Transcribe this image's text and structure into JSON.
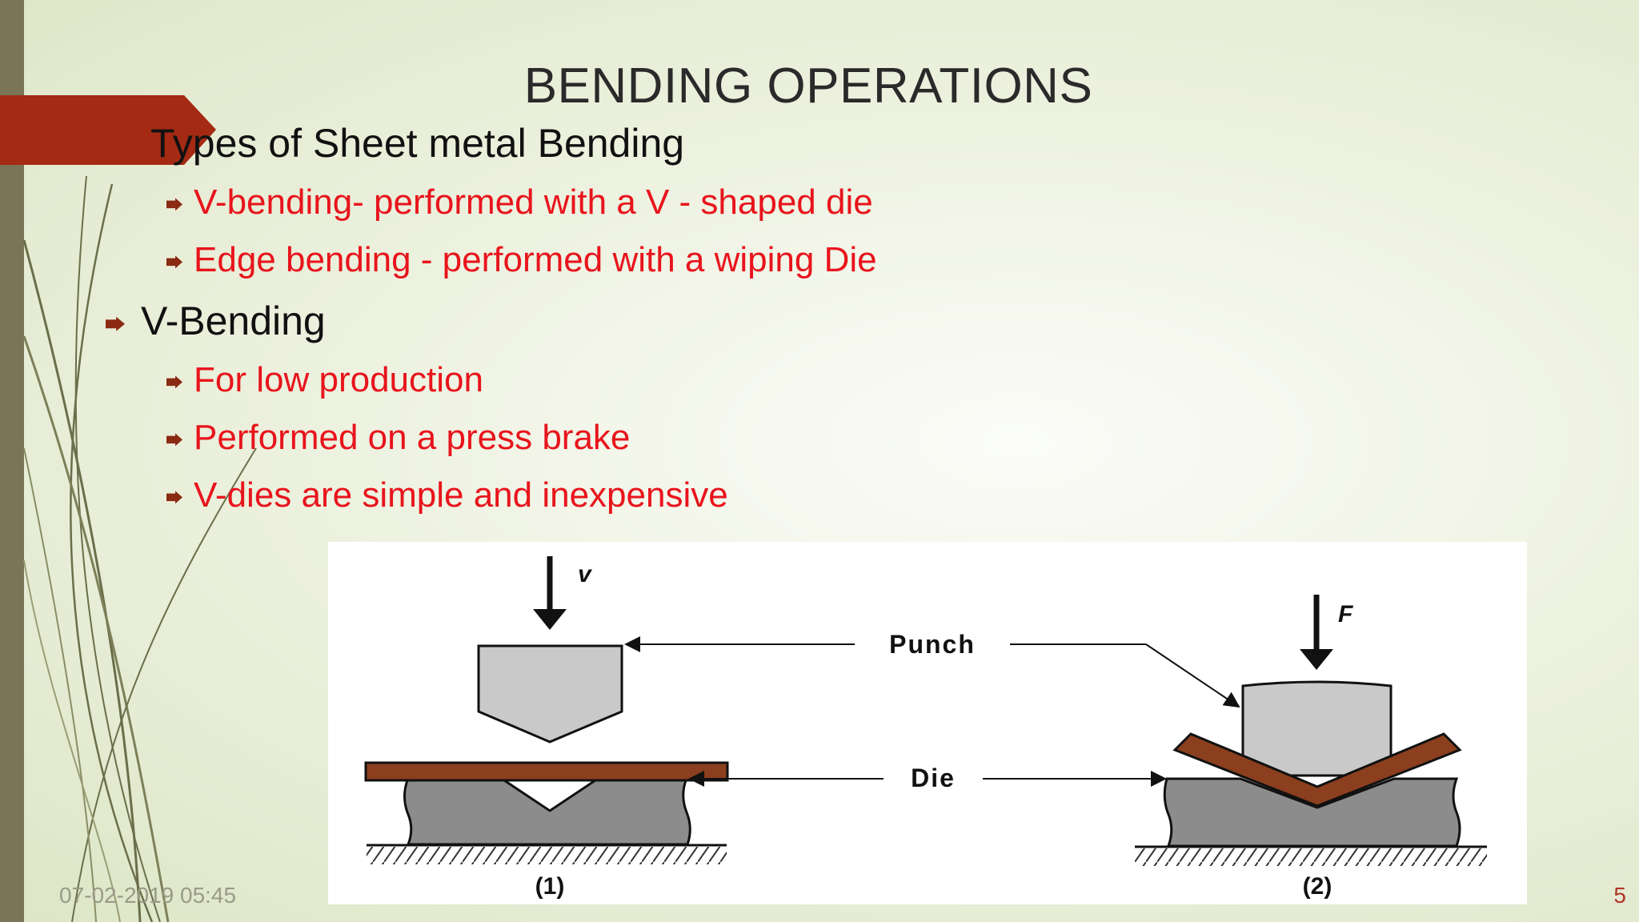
{
  "slide": {
    "title": "BENDING OPERATIONS",
    "bullets": [
      {
        "text": "Types of Sheet metal Bending",
        "level": 1
      },
      {
        "text": "V-bending- performed with a V - shaped die",
        "level": 2
      },
      {
        "text": "Edge bending - performed with a wiping Die",
        "level": 2
      },
      {
        "text": "V-Bending",
        "level": 1
      },
      {
        "text": "For low production",
        "level": 2
      },
      {
        "text": "Performed on a press brake",
        "level": 2
      },
      {
        "text": "V-dies are simple and inexpensive",
        "level": 2
      }
    ],
    "figure": {
      "force_v": "v",
      "force_f": "F",
      "punch_label": "Punch",
      "die_label": "Die",
      "caption_1": "(1)",
      "caption_2": "(2)"
    },
    "footer_date": "07-02-2019 05:45",
    "page_number": "5",
    "colors": {
      "accent": "#a42a14",
      "red_text": "#e8141c",
      "left_bar": "#7a7558"
    }
  }
}
